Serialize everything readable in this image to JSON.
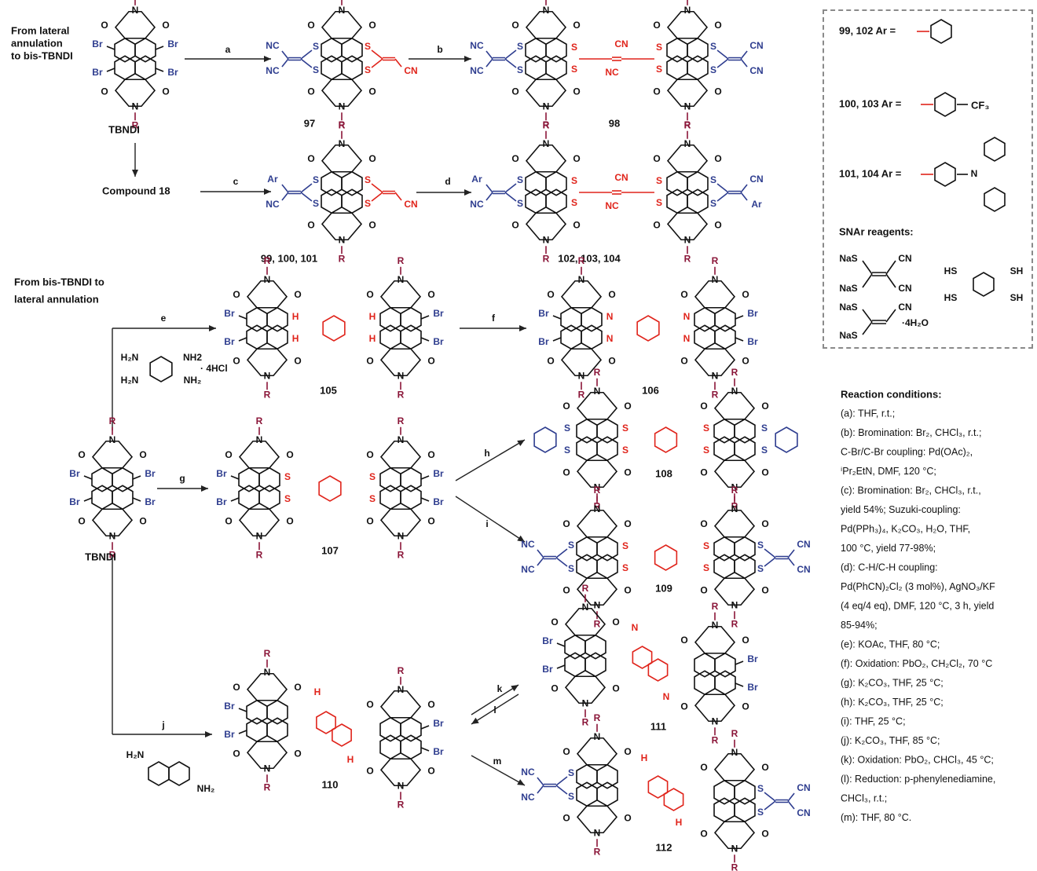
{
  "colors": {
    "core": "#111111",
    "periphery": "#2e3d8f",
    "linker": "#e0241b",
    "r_group": "#8a1538",
    "legend_border": "#8a8a8a",
    "aryl_attach": "#e0241b"
  },
  "headings": {
    "lateral_to_bis": [
      "From lateral",
      "annulation",
      "to bis-TBNDI"
    ],
    "bis_to_lateral": [
      "From bis-TBNDI to",
      "lateral annulation"
    ]
  },
  "compounds": {
    "tbndi_top": "TBNDI",
    "tbndi_bottom": "TBNDI",
    "c97": "97",
    "c98": "98",
    "compound18": "Compound 18",
    "c99_101": "99, 100, 101",
    "c102_104": "102, 103, 104",
    "c105": "105",
    "c106": "106",
    "c107": "107",
    "c108": "108",
    "c109": "109",
    "c110": "110",
    "c111": "111",
    "c112": "112"
  },
  "arrows": [
    "a",
    "b",
    "c",
    "d",
    "e",
    "f",
    "g",
    "h",
    "i",
    "j",
    "k",
    "l",
    "m"
  ],
  "atoms": {
    "R": "R",
    "O": "O",
    "Br": "Br",
    "S": "S",
    "N": "N",
    "H": "H",
    "NC": "NC",
    "CN": "CN",
    "Ar": "Ar"
  },
  "reagents": {
    "tetraamine": {
      "r1": "H₂N",
      "r2": "NH2",
      "r3": "H₂N",
      "r4": "NH₂",
      "salt": "·  4HCl"
    },
    "diaminonaphthalene": {
      "r1": "H₂N",
      "r2": "NH₂"
    }
  },
  "legend": {
    "ar_rows": [
      {
        "label": "99, 102 Ar =",
        "substituent": ""
      },
      {
        "label": "100, 103 Ar =",
        "substituent": "CF₃"
      },
      {
        "label": "101, 104 Ar =",
        "substituent": "N"
      }
    ],
    "snar_title": "SNAr reagents:",
    "snar": {
      "nas": "NaS",
      "cn": "CN",
      "hs": "HS",
      "sh": "SH",
      "hydrate": "·4H₂O"
    }
  },
  "conditions": {
    "title": "Reaction conditions:",
    "lines": [
      "(a): THF, r.t.;",
      "(b): Bromination: Br₂, CHCl₃, r.t.;",
      "C-Br/C-Br coupling: Pd(OAc)₂,",
      "ⁱPr₂EtN, DMF, 120 °C;",
      "(c): Bromination: Br₂, CHCl₃, r.t.,",
      "yield 54%; Suzuki-coupling:",
      "Pd(PPh₃)₄, K₂CO₃, H₂O, THF,",
      "100 °C, yield 77-98%;",
      "(d): C-H/C-H coupling:",
      "Pd(PhCN)₂Cl₂ (3 mol%), AgNO₃/KF",
      "(4 eq/4 eq), DMF, 120 °C, 3 h, yield",
      "85-94%;",
      "(e): KOAc, THF, 80 °C;",
      "(f):  Oxidation: PbO₂, CH₂Cl₂, 70 °C",
      "(g): K₂CO₃, THF, 25 °C;",
      "(h): K₂CO₃, THF, 25 °C;",
      "(i): THF, 25 °C;",
      "(j): K₂CO₃, THF, 85 °C;",
      "(k): Oxidation: PbO₂, CHCl₃, 45 °C;",
      "(l): Reduction: p-phenylenediamine,",
      "CHCl₃, r.t.;",
      "(m): THF, 80 °C."
    ]
  }
}
